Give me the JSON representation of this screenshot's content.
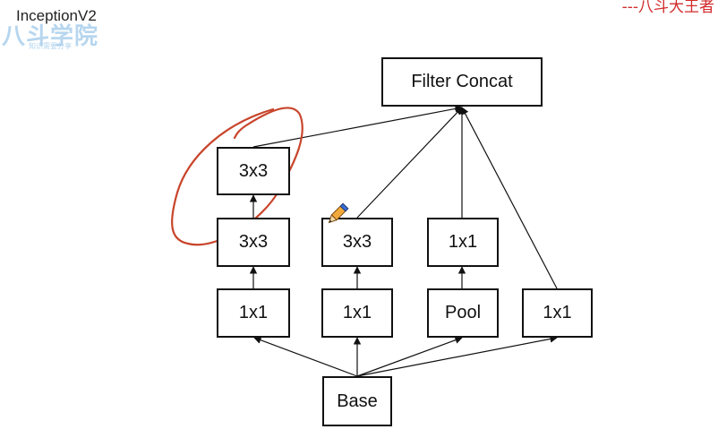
{
  "header": {
    "title": "InceptionV2",
    "logo_main": "八斗学院",
    "logo_sub": "知识需要分享",
    "tagline": "---八斗大王者"
  },
  "diagram": {
    "nodes": {
      "concat": "Filter Concat",
      "b1_top": "3x3",
      "b1_mid": "3x3",
      "b1_bot": "1x1",
      "b2_mid": "3x3",
      "b2_bot": "1x1",
      "b3_mid": "1x1",
      "b3_bot": "Pool",
      "b4_bot": "1x1",
      "base": "Base"
    },
    "annotation_color": "#c8452b",
    "pencil_icon": "pencil-icon"
  }
}
